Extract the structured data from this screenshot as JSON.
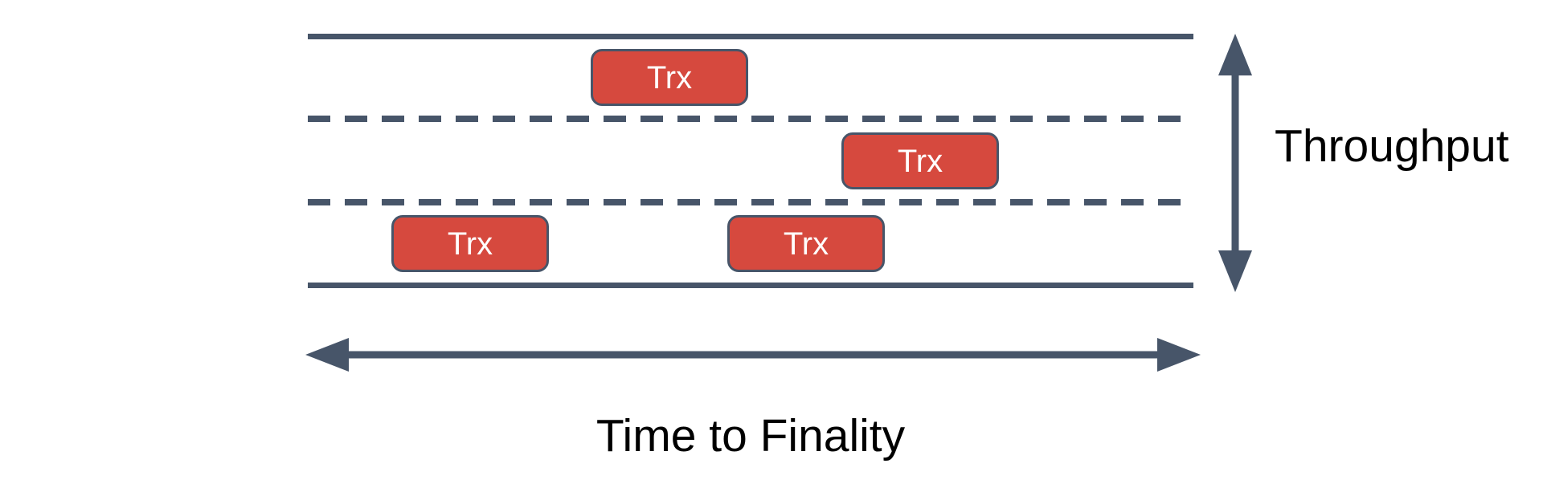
{
  "diagram": {
    "axes": {
      "vertical_label": "Throughput",
      "horizontal_label": "Time to Finality"
    },
    "road": {
      "lane_count": 3,
      "edge_line_style": "solid",
      "divider_line_style": "dashed"
    },
    "transactions": [
      {
        "label": "Trx",
        "lane": "top"
      },
      {
        "label": "Trx",
        "lane": "middle"
      },
      {
        "label": "Trx",
        "lane": "bottom"
      },
      {
        "label": "Trx",
        "lane": "bottom"
      }
    ],
    "arrows": {
      "vertical": "double-headed-vertical-arrow",
      "horizontal": "double-headed-horizontal-arrow"
    },
    "colors": {
      "line": "#475569",
      "arrow": "#475569",
      "trx_fill": "#D6493E",
      "trx_border": "#475569",
      "trx_text": "#FFFFFF",
      "label_text": "#000000",
      "background": "#FFFFFF"
    }
  }
}
